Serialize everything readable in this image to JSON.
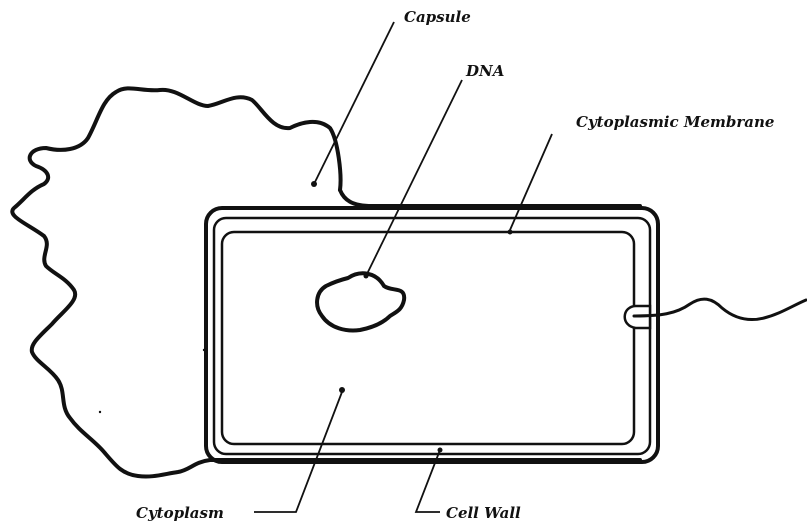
{
  "labels": {
    "capsule": "Capsule",
    "dna": "DNA",
    "cytoplasmic_membrane": "Cytoplasmic Membrane",
    "cytoplasm": "Cytoplasm",
    "cell_wall": "Cell Wall"
  },
  "colors": {
    "ink": "#111111",
    "background": "#ffffff"
  }
}
